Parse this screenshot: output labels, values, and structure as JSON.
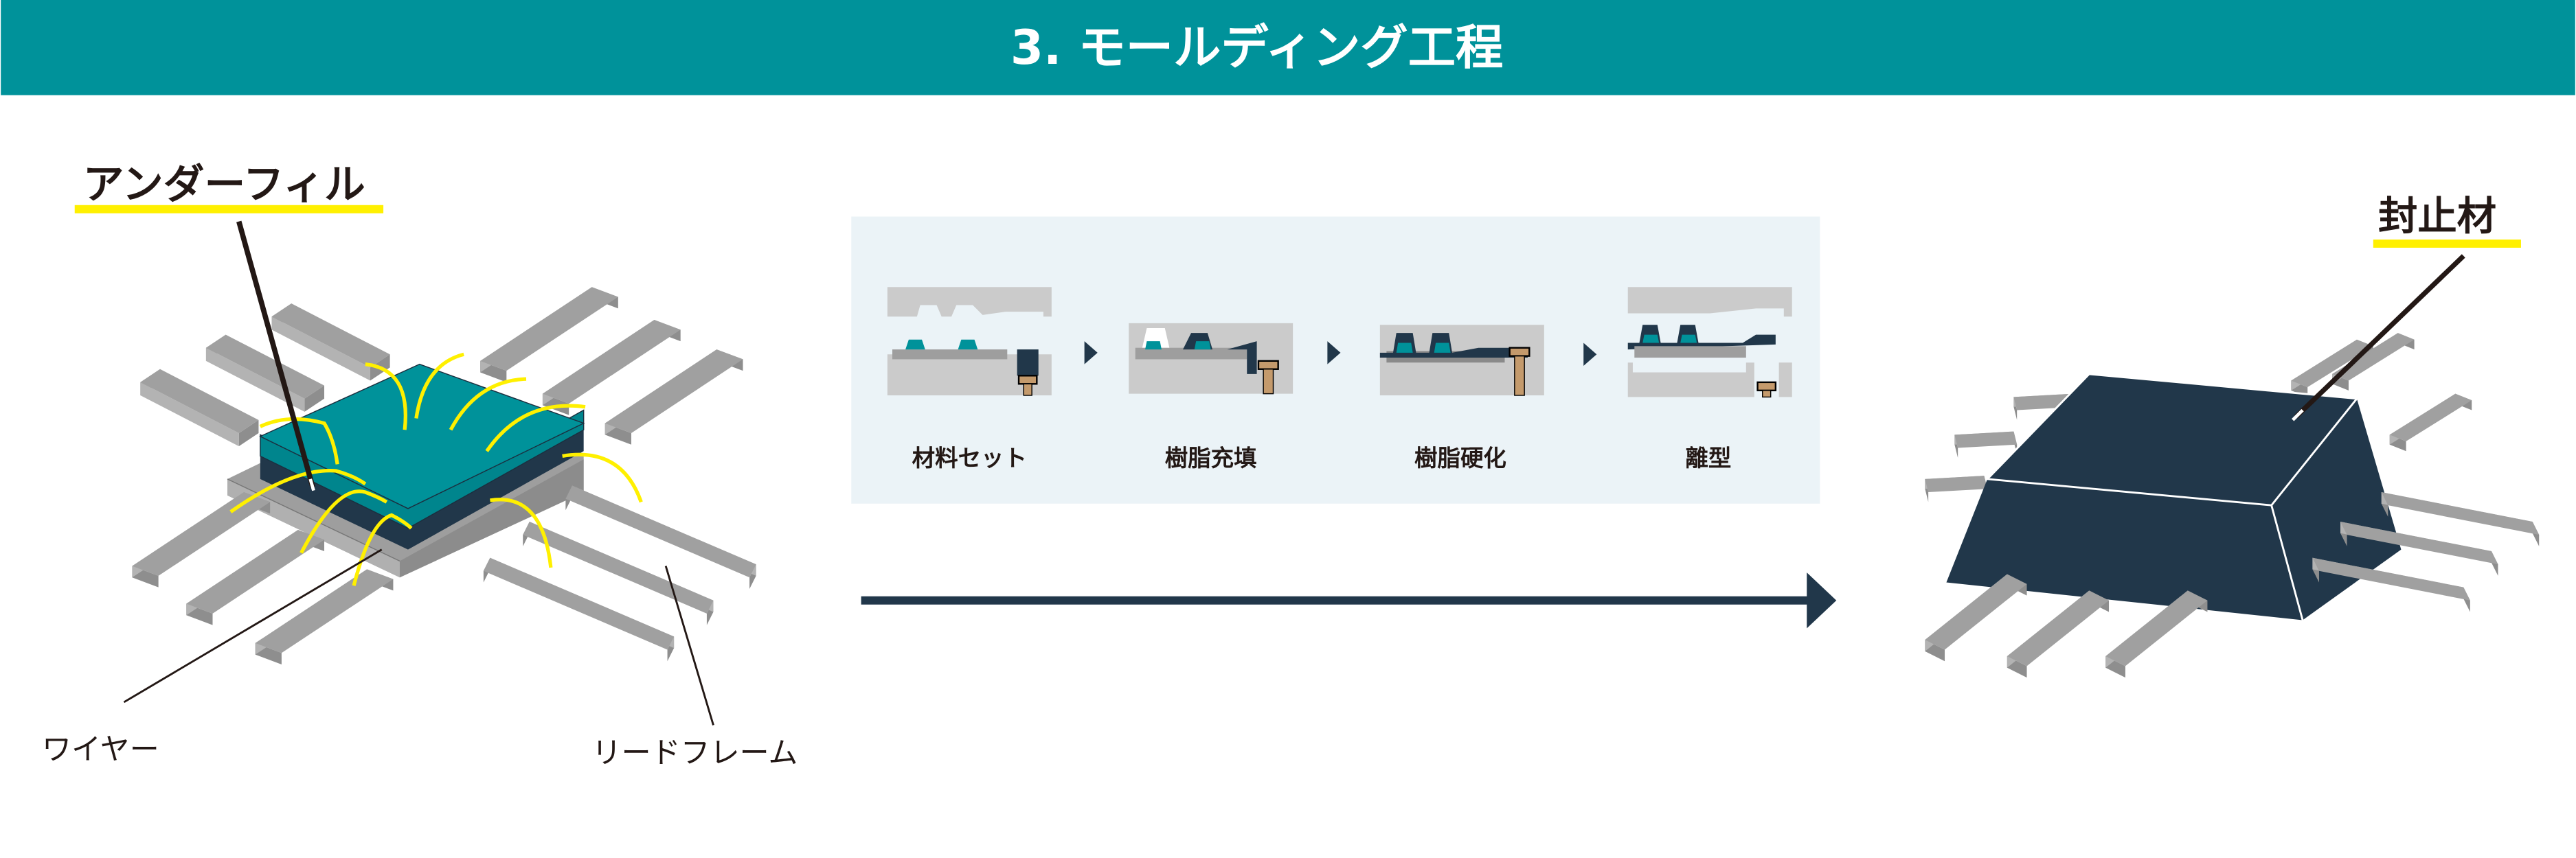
{
  "header": {
    "title": "3. モールディング工程"
  },
  "left_figure": {
    "underfill_label": "アンダーフィル",
    "wire_label": "ワイヤー",
    "leadframe_label": "リードフレーム"
  },
  "process": {
    "steps": [
      {
        "label": "材料セット"
      },
      {
        "label": "樹脂充填"
      },
      {
        "label": "樹脂硬化"
      },
      {
        "label": "離型"
      }
    ]
  },
  "right_figure": {
    "encapsulant_label": "封止材"
  },
  "colors": {
    "header": "#00929A",
    "chip": "#00929A",
    "resin": "#21374A",
    "highlight": "#FFF000",
    "panel": "#EBF3F7",
    "lead": "#A0A0A0"
  }
}
